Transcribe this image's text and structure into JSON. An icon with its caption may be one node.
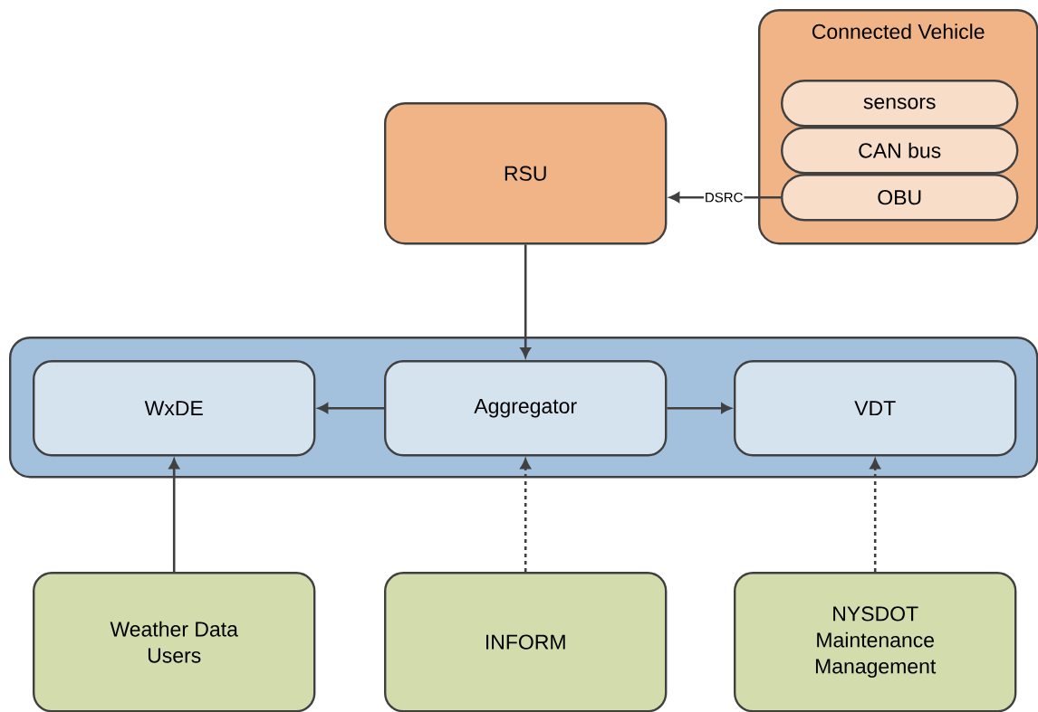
{
  "diagram": {
    "nodes": [
      {
        "text": [
          "RSU"
        ]
      },
      {
        "text": [
          "Connected Vehicle"
        ]
      },
      {
        "text": [
          "sensors"
        ],
        "in": 1
      },
      {
        "text": [
          "CAN bus"
        ],
        "in": 1
      },
      {
        "text": [
          "OBU"
        ],
        "in": 1
      },
      {
        "text": [],
        "shape": "box"
      },
      {
        "text": [
          "WxDE"
        ],
        "in": 5
      },
      {
        "text": [
          "Aggregator"
        ],
        "in": 5
      },
      {
        "text": [
          "VDT"
        ],
        "in": 5
      },
      {
        "text": [
          "Weather Data Users"
        ]
      },
      {
        "text": [
          "INFORM"
        ]
      },
      {
        "text": [
          "NYSDOT Maintenance Management"
        ]
      }
    ],
    "edges": [
      {
        "from": 4,
        "to": 0,
        "arrow": "to",
        "label": "DSRC"
      },
      {
        "from": 0,
        "to": 7,
        "arrow": "to"
      },
      {
        "from": 7,
        "to": 6,
        "arrow": "to"
      },
      {
        "from": 7,
        "to": 8,
        "arrow": "to"
      },
      {
        "from": 9,
        "to": 6,
        "arrow": "to"
      },
      {
        "from": 10,
        "to": 7,
        "arrow": "to",
        "style": "dashed"
      },
      {
        "from": 11,
        "to": 8,
        "arrow": "to",
        "style": "dashed"
      }
    ]
  }
}
